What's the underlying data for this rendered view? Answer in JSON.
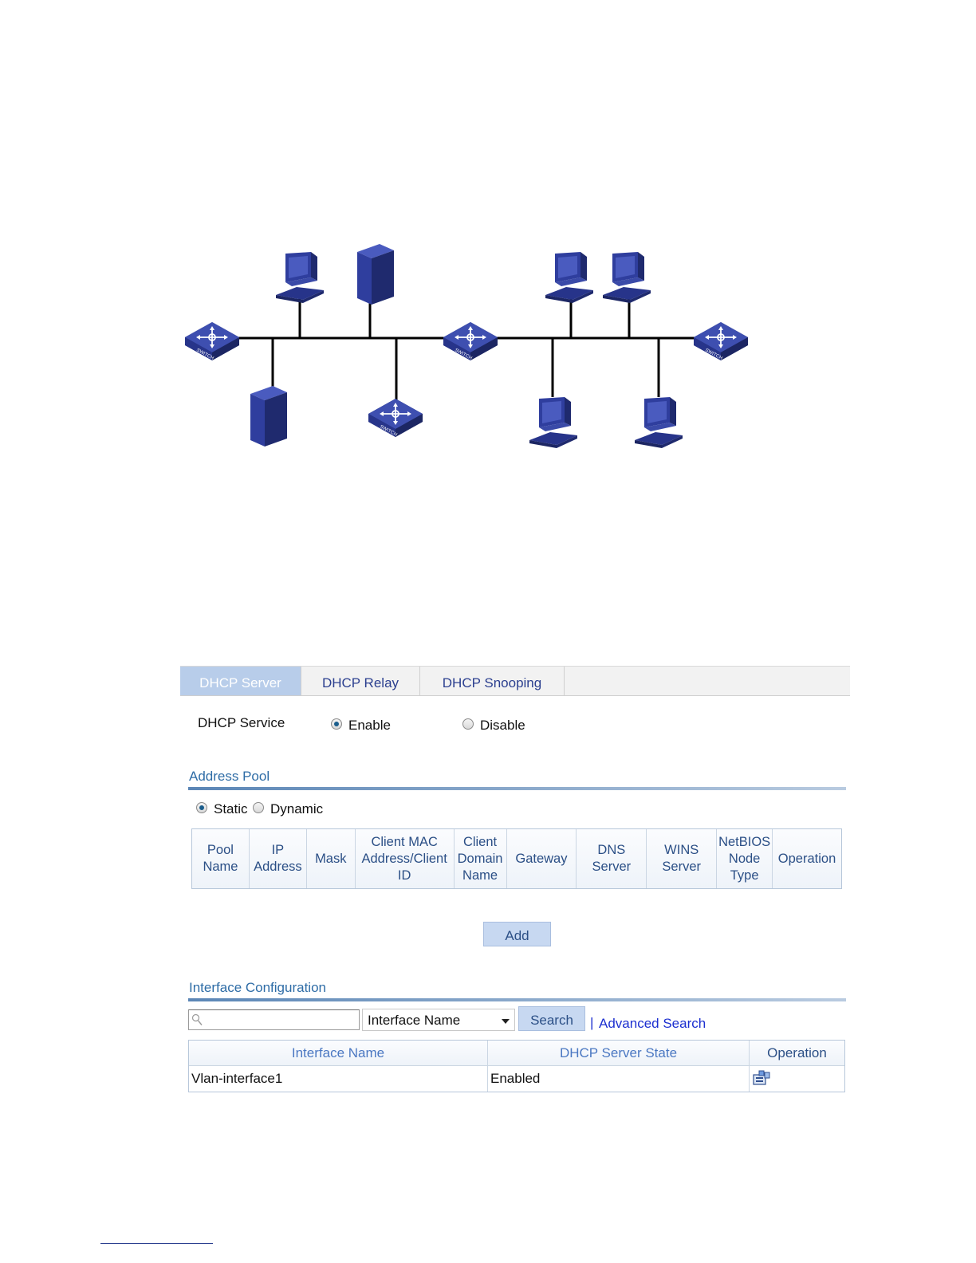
{
  "tabs": [
    {
      "label": "DHCP Server",
      "active": true
    },
    {
      "label": "DHCP Relay",
      "active": false
    },
    {
      "label": "DHCP Snooping",
      "active": false
    }
  ],
  "dhcp_service": {
    "label": "DHCP Service",
    "enable_label": "Enable",
    "disable_label": "Disable",
    "selected": "Enable"
  },
  "address_pool": {
    "title": "Address Pool",
    "static_label": "Static",
    "dynamic_label": "Dynamic",
    "selected": "Static",
    "columns": [
      [
        "Pool",
        "Name"
      ],
      [
        "IP",
        "Address"
      ],
      [
        "Mask"
      ],
      [
        "Client MAC",
        "Address/Client",
        "ID"
      ],
      [
        "Client",
        "Domain",
        "Name"
      ],
      [
        "Gateway"
      ],
      [
        "DNS",
        "Server"
      ],
      [
        "WINS",
        "Server"
      ],
      [
        "NetBIOS",
        "Node",
        "Type"
      ],
      [
        "Operation"
      ]
    ],
    "add_label": "Add"
  },
  "interface_config": {
    "title": "Interface Configuration",
    "search_value": "",
    "select_value": "Interface Name",
    "search_label": "Search",
    "separator": "|",
    "advanced_label": "Advanced Search",
    "columns": [
      "Interface Name",
      "DHCP Server State",
      "Operation"
    ],
    "rows": [
      {
        "interface": "Vlan-interface1",
        "state": "Enabled",
        "operation_icon": "edit-icon"
      }
    ]
  },
  "topology": {
    "switch_label": "SWITCH",
    "colors": {
      "device": "#2f3e9e",
      "device_dark": "#1f2a6e",
      "line": "#000000"
    }
  }
}
